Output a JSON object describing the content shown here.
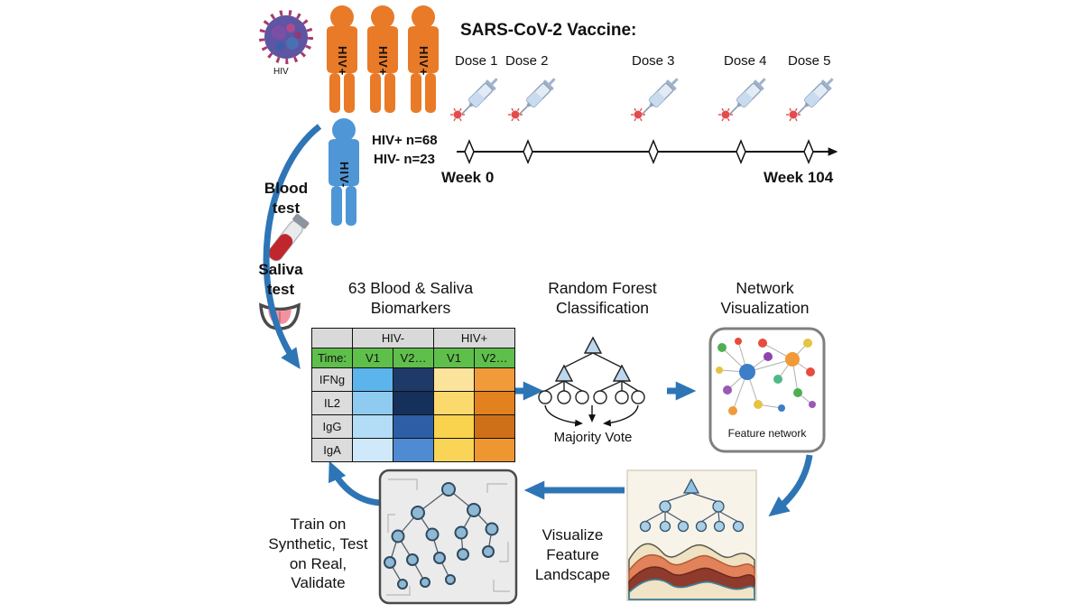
{
  "colors": {
    "arrow_blue": "#2E75B6",
    "hiv_pos_orange": "#E97A28",
    "hiv_neg_blue": "#4F96D6",
    "table_header_green": "#5FBF4B",
    "table_header_gray": "#D9D9D9",
    "tree_node_blue": "#BDD7EE"
  },
  "top": {
    "virus_label": "HIV",
    "vaccine_title": "SARS-CoV-2 Vaccine:",
    "dose_labels": [
      "Dose 1",
      "Dose 2",
      "Dose 3",
      "Dose 4",
      "Dose 5"
    ],
    "person_pos_label": "HIV+",
    "person_neg_label": "HIV-",
    "cohort_pos": "HIV+ n=68",
    "cohort_neg": "HIV- n=23",
    "week_start": "Week 0",
    "week_end": "Week 104"
  },
  "tests": {
    "blood": "Blood test",
    "saliva": "Saliva test"
  },
  "biomarkers": {
    "title": "63 Blood & Saliva Biomarkers",
    "group_neg": "HIV-",
    "group_pos": "HIV+",
    "time_label": "Time:",
    "visit_cols": [
      "V1",
      "V2…",
      "V1",
      "V2…"
    ],
    "rows": [
      {
        "label": "IFNg",
        "cells": [
          "#5CB4EC",
          "#1F3968",
          "#FCE39C",
          "#F09A3A"
        ]
      },
      {
        "label": "IL2",
        "cells": [
          "#8FCBF1",
          "#16305C",
          "#FBD96D",
          "#E2821F"
        ]
      },
      {
        "label": "IgG",
        "cells": [
          "#B3DCF6",
          "#2E5EA6",
          "#F9D24E",
          "#CE7017"
        ]
      },
      {
        "label": "IgA",
        "cells": [
          "#CFE9FA",
          "#4E8BD2",
          "#F9D456",
          "#EE9630"
        ]
      }
    ]
  },
  "forest": {
    "title": "Random Forest Classification",
    "vote_label": "Majority Vote"
  },
  "network": {
    "title": "Network Visualization",
    "caption": "Feature network"
  },
  "bottom": {
    "landscape_label": "Visualize Feature Landscape",
    "train_label": "Train on Synthetic, Test on Real, Validate"
  }
}
